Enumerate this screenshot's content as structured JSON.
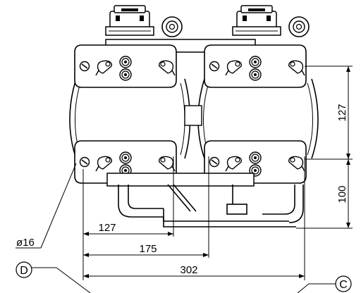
{
  "dimensions": {
    "d127_horizontal": "127",
    "d175": "175",
    "d302": "302",
    "d127_vertical": "127",
    "d100": "100",
    "diameter": "ø16"
  },
  "callouts": {
    "left": "D",
    "right": "C"
  }
}
